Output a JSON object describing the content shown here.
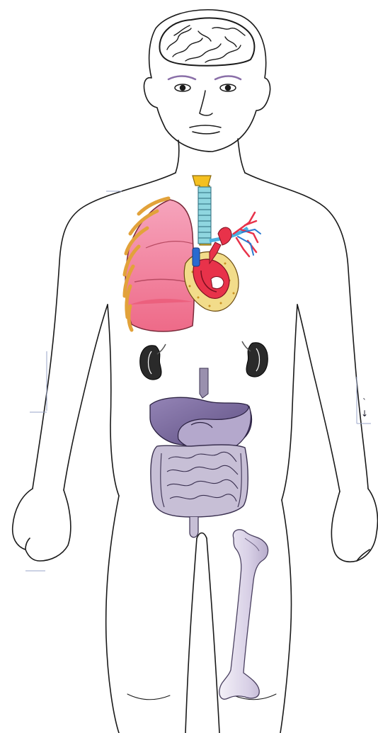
{
  "diagram": {
    "type": "human-body-organ-placement",
    "text_labels": [],
    "parts": [
      {
        "name": "brain",
        "icon": "brain-icon",
        "color": "#ffffff"
      },
      {
        "name": "face",
        "icon": "face-icon",
        "color": "#ffffff"
      },
      {
        "name": "lung",
        "icon": "lung-icon",
        "color": "#f08fa8"
      },
      {
        "name": "trachea",
        "icon": "trachea-icon",
        "color": "#8fd6e0"
      },
      {
        "name": "heart",
        "icon": "heart-icon",
        "color": "#e8324a"
      },
      {
        "name": "kidneys",
        "icon": "kidney-icon",
        "color": "#2a2a2a"
      },
      {
        "name": "stomach-and-liver",
        "icon": "stomach-icon",
        "color": "#8a7aa6"
      },
      {
        "name": "intestines",
        "icon": "intestine-icon",
        "color": "#c7bfd6"
      },
      {
        "name": "femur",
        "icon": "femur-icon",
        "color": "#d9d3e6"
      }
    ],
    "stray_marks": [
      "↓",
      "`"
    ]
  }
}
